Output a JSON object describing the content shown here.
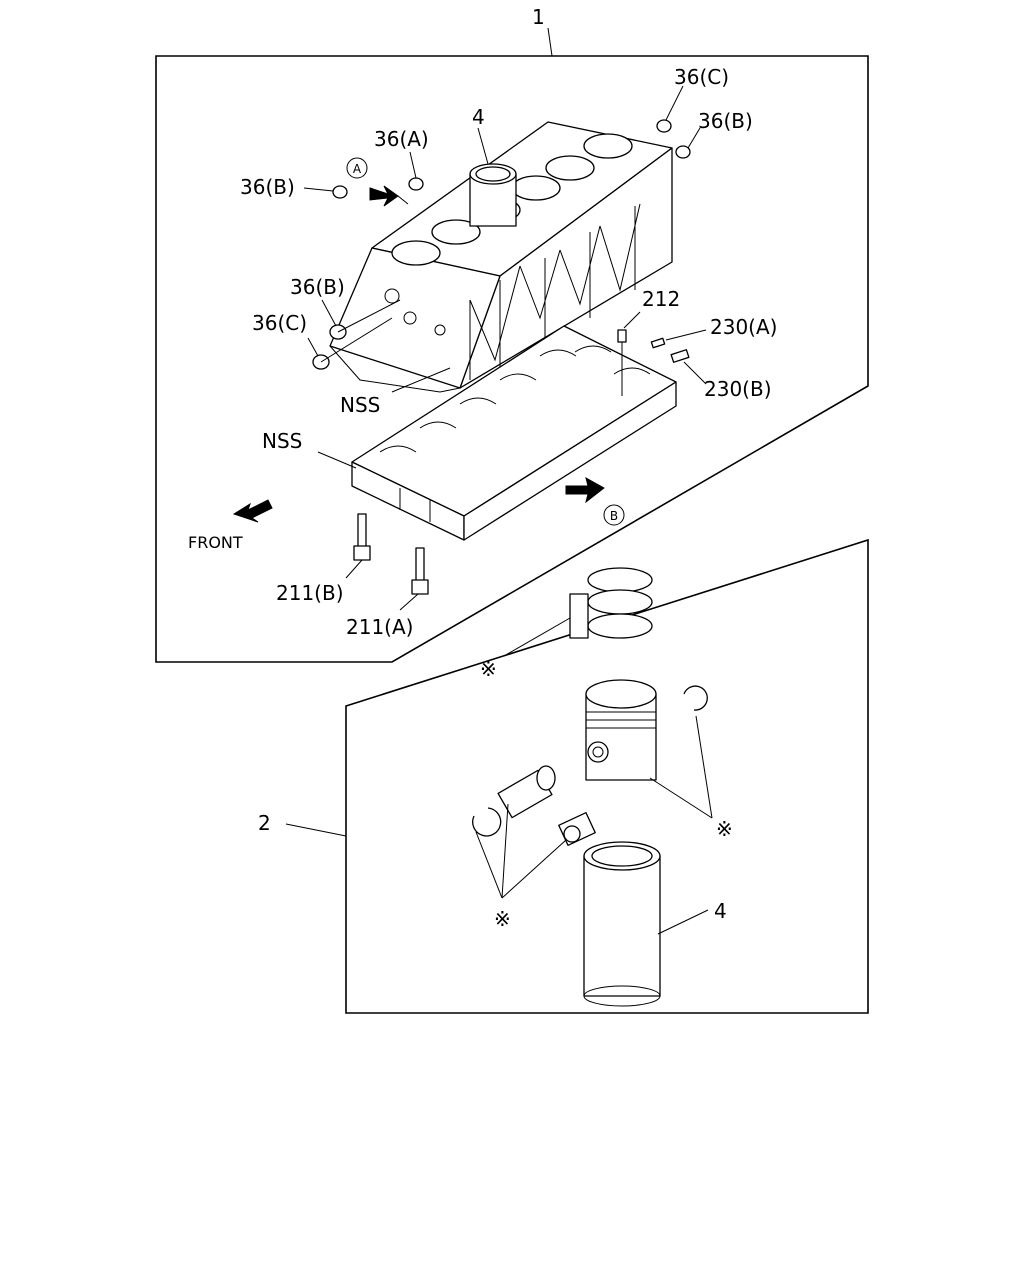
{
  "labels": {
    "assembly_block": "1",
    "assembly_piston": "2",
    "liner_top": "4",
    "liner_bottom": "4",
    "plug_36c_top": "36(C)",
    "plug_36b_right": "36(B)",
    "plug_36a": "36(A)",
    "plug_36b_left": "36(B)",
    "plug_36b_front": "36(B)",
    "plug_36c_front": "36(C)",
    "part_212": "212",
    "part_230a": "230(A)",
    "part_230b": "230(B)",
    "nss_block": "NSS",
    "nss_crankcase": "NSS",
    "front": "FRONT",
    "bolt_211b": "211(B)",
    "bolt_211a": "211(A)",
    "view_a": "A",
    "view_b": "B",
    "note_rings": "※",
    "note_right_snap": "※",
    "note_left_snap": "※"
  }
}
